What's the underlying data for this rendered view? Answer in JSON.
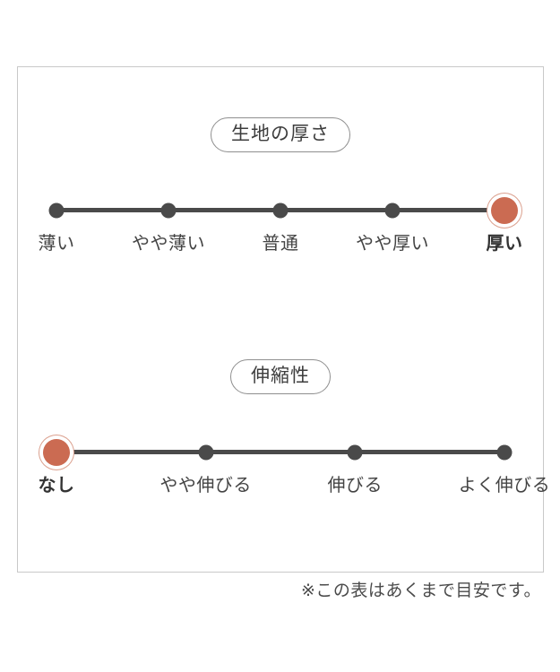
{
  "chart_data": [
    {
      "type": "scale",
      "title": "生地の厚さ",
      "categories": [
        "薄い",
        "やや薄い",
        "普通",
        "やや厚い",
        "厚い"
      ],
      "values": [
        0,
        0,
        0,
        0,
        1
      ],
      "selected_index": 4,
      "selected_label": "厚い",
      "xlabel": "",
      "ylabel": "",
      "legend": [],
      "grid": false,
      "marker_color_selected": "#cb6b52",
      "marker_color_default": "#4a4a4a"
    },
    {
      "type": "scale",
      "title": "伸縮性",
      "categories": [
        "なし",
        "やや伸びる",
        "伸びる",
        "よく伸びる"
      ],
      "values": [
        1,
        0,
        0,
        0
      ],
      "selected_index": 0,
      "selected_label": "なし",
      "xlabel": "",
      "ylabel": "",
      "legend": [],
      "grid": false,
      "marker_color_selected": "#cb6b52",
      "marker_color_default": "#4a4a4a"
    }
  ],
  "panel": {
    "thickness": {
      "title": "生地の厚さ",
      "ticks": [
        {
          "label": "薄い",
          "selected": false
        },
        {
          "label": "やや薄い",
          "selected": false
        },
        {
          "label": "普通",
          "selected": false
        },
        {
          "label": "やや厚い",
          "selected": false
        },
        {
          "label": "厚い",
          "selected": true
        }
      ]
    },
    "stretch": {
      "title": "伸縮性",
      "ticks": [
        {
          "label": "なし",
          "selected": true
        },
        {
          "label": "やや伸びる",
          "selected": false
        },
        {
          "label": "伸びる",
          "selected": false
        },
        {
          "label": "よく伸びる",
          "selected": false
        }
      ]
    }
  },
  "footnote": "※この表はあくまで目安です。",
  "colors": {
    "accent": "#cb6b52",
    "accent_ring": "#dba08e",
    "track": "#4a4a4a",
    "frame": "#c9c9c9",
    "pill_border": "#8f8f8f",
    "text": "#3f3f3f"
  }
}
